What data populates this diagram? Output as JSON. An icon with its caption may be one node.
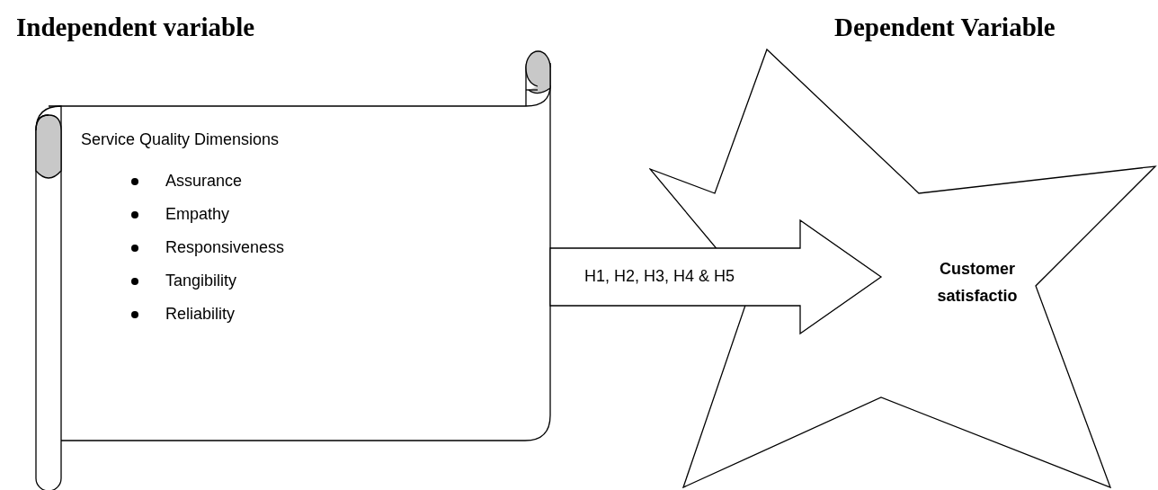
{
  "diagram": {
    "nodes": [
      {
        "text": [
          "Service Quality Dimensions",
          "Assurance",
          "Empathy",
          "Responsiveness",
          "Tangibility",
          "Reliability"
        ]
      },
      {
        "text": [
          "Customer satisfactio"
        ]
      }
    ],
    "edges": [
      {
        "from": 0,
        "to": 1,
        "arrow": "to",
        "label": "H1, H2, H3, H4 & H5"
      }
    ],
    "labels": [
      "Independent variable",
      "Dependent Variable"
    ]
  }
}
